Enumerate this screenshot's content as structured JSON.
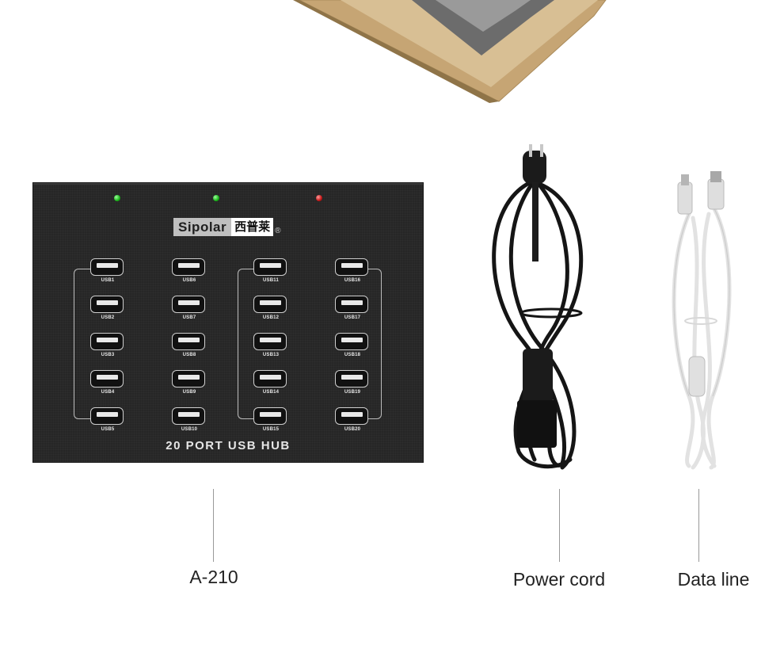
{
  "hub": {
    "brand_en": "Sipolar",
    "brand_cn": "西普莱",
    "brand_reg": "®",
    "title": "20 PORT USB HUB",
    "ports": [
      "USB1",
      "USB2",
      "USB3",
      "USB4",
      "USB5",
      "USB6",
      "USB7",
      "USB8",
      "USB9",
      "USB10",
      "USB11",
      "USB12",
      "USB13",
      "USB14",
      "USB15",
      "USB16",
      "USB17",
      "USB18",
      "USB19",
      "USB20"
    ],
    "led_colors": [
      "#19b419",
      "#19b419",
      "#c41515"
    ]
  },
  "captions": {
    "hub": "A-210",
    "power_cord": "Power cord",
    "data_line": "Data line"
  },
  "colors": {
    "hub_body": "#262626",
    "power_cord": "#1a1a1a",
    "data_cable": "#e4e4e4",
    "box_cardboard": "#c9a978"
  }
}
